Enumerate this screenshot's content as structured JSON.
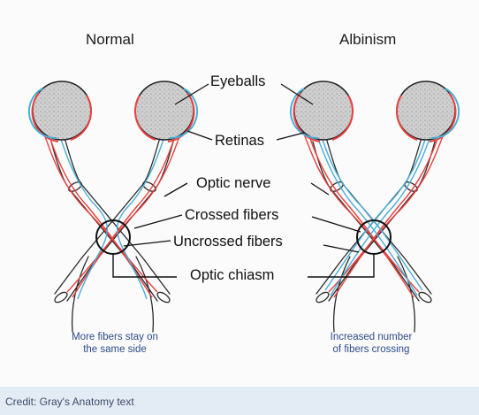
{
  "headings": {
    "normal": "Normal",
    "albinism": "Albinism"
  },
  "labels": {
    "eyeballs": "Eyeballs",
    "retinas": "Retinas",
    "optic_nerve": "Optic nerve",
    "crossed_fibers": "Crossed fibers",
    "uncrossed_fibers": "Uncrossed fibers",
    "optic_chiasm": "Optic chiasm"
  },
  "captions": {
    "normal": "More fibers stay on\nthe same side",
    "albinism": "Increased number\nof fibers crossing"
  },
  "credit": "Credit: Gray's Anatomy text",
  "colors": {
    "crossed_fiber": "#e8403e",
    "uncrossed_fiber": "#4aaed6",
    "caption_text": "#2c4a8a",
    "credit_bar": "#e3ebf4"
  }
}
